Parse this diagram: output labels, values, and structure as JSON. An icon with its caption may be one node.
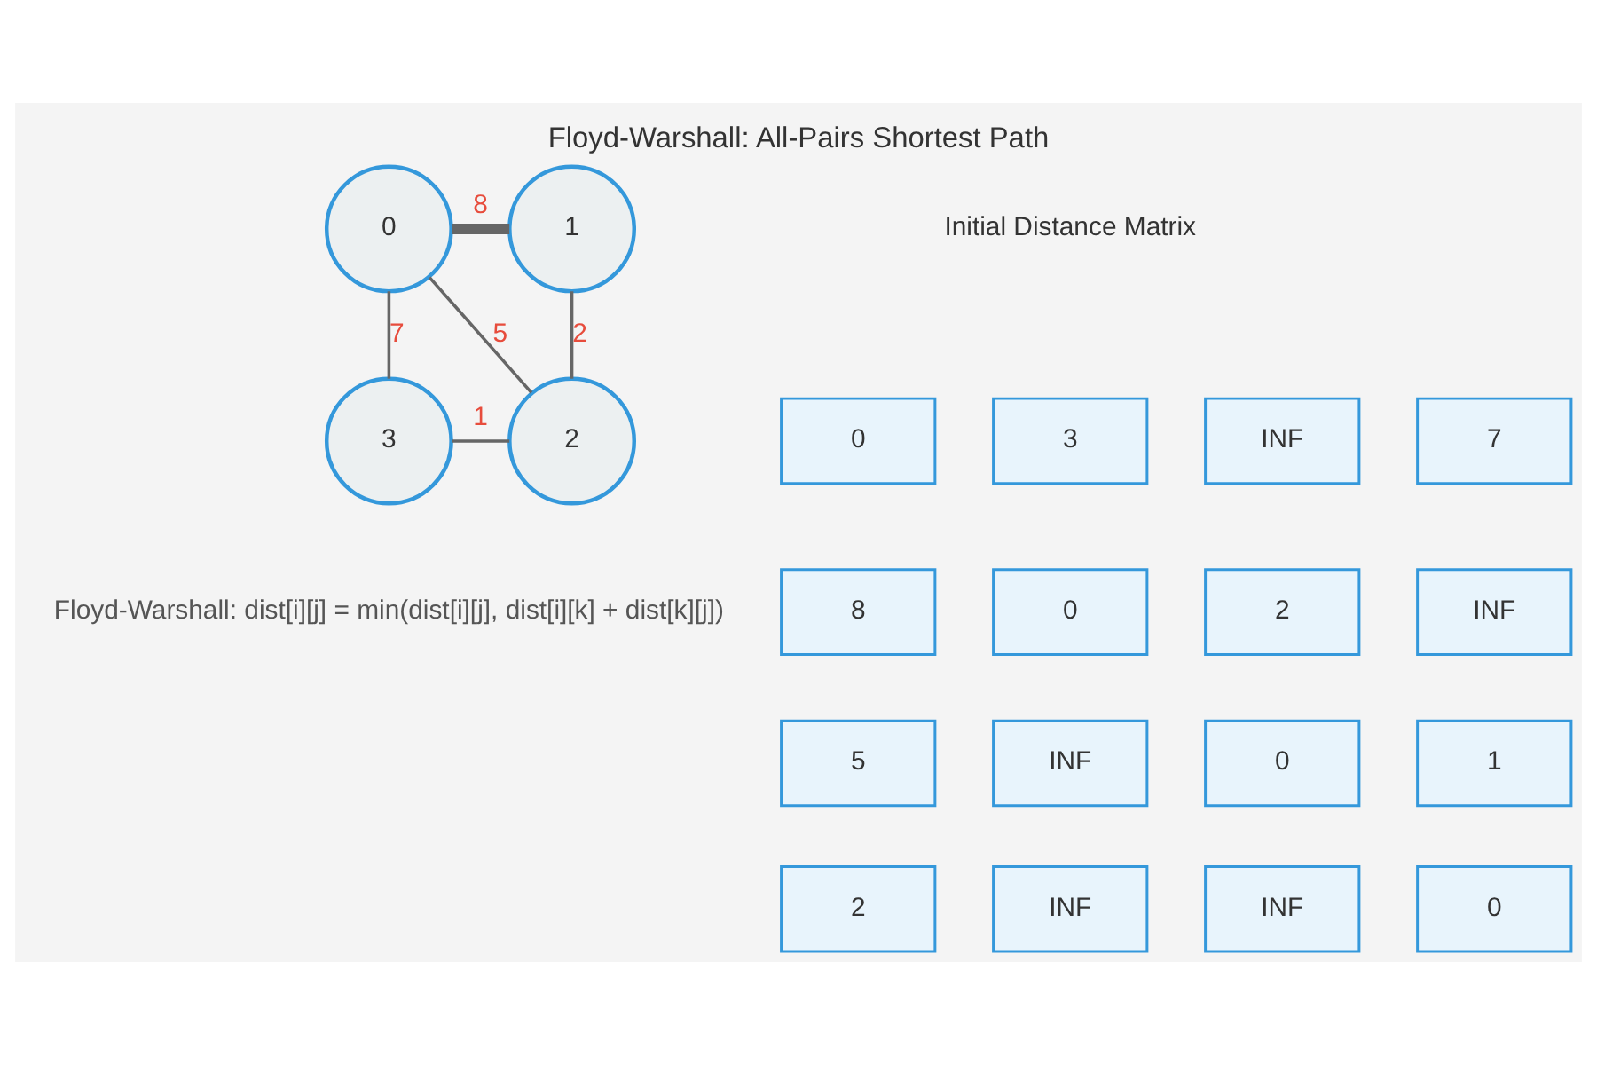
{
  "diagram": {
    "title": "Floyd-Warshall: All-Pairs Shortest Path",
    "nodes": [
      {
        "text": [
          "0"
        ]
      },
      {
        "text": [
          "1"
        ]
      },
      {
        "text": [
          "2"
        ]
      },
      {
        "text": [
          "3"
        ]
      },
      {
        "text": [
          "0"
        ]
      },
      {
        "text": [
          "3"
        ]
      },
      {
        "text": [
          "INF"
        ]
      },
      {
        "text": [
          "7"
        ]
      },
      {
        "text": [
          "8"
        ]
      },
      {
        "text": [
          "0"
        ]
      },
      {
        "text": [
          "2"
        ]
      },
      {
        "text": [
          "INF"
        ]
      },
      {
        "text": [
          "5"
        ]
      },
      {
        "text": [
          "INF"
        ]
      },
      {
        "text": [
          "0"
        ]
      },
      {
        "text": [
          "1"
        ]
      },
      {
        "text": [
          "2"
        ]
      },
      {
        "text": [
          "INF"
        ]
      },
      {
        "text": [
          "INF"
        ]
      },
      {
        "text": [
          "0"
        ]
      }
    ],
    "edges": [
      {
        "from": 0,
        "to": 1,
        "arrow": "none",
        "label": "8",
        "style": "thick"
      },
      {
        "from": 0,
        "to": 3,
        "arrow": "none",
        "label": "7"
      },
      {
        "from": 0,
        "to": 2,
        "arrow": "none",
        "label": "5"
      },
      {
        "from": 1,
        "to": 2,
        "arrow": "none",
        "label": "2"
      },
      {
        "from": 3,
        "to": 2,
        "arrow": "none",
        "label": "1"
      }
    ],
    "labels": [
      "Initial Distance Matrix",
      "Floyd-Warshall: dist[i][j] = min(dist[i][j], dist[i][k] + dist[k][j])"
    ]
  }
}
